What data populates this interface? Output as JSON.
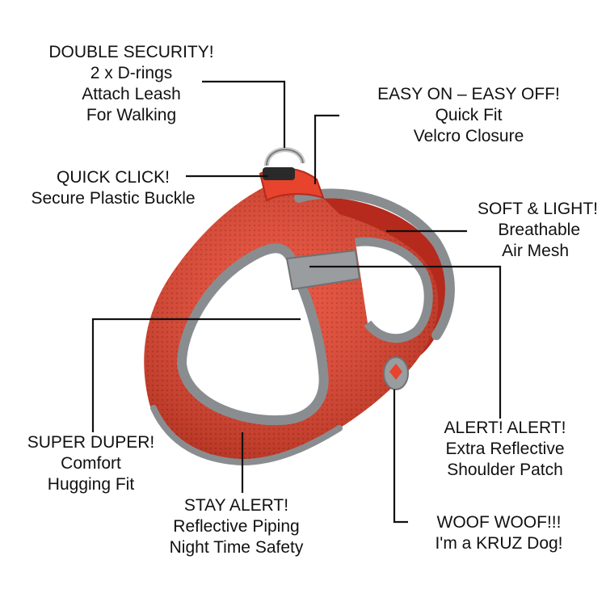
{
  "colors": {
    "harness_red": "#e8432d",
    "harness_dark_red": "#b52a1c",
    "piping_gray": "#8a8d90",
    "piping_light": "#b7babd",
    "pointer_line": "#111111"
  },
  "callouts": {
    "double_security": {
      "lines": [
        "DOUBLE SECURITY!",
        "2 x D-rings",
        "Attach Leash",
        "For Walking"
      ]
    },
    "easy_on": {
      "lines": [
        "EASY ON – EASY OFF!",
        "Quick Fit",
        "Velcro Closure"
      ]
    },
    "quick_click": {
      "lines": [
        "QUICK CLICK!",
        "Secure Plastic Buckle"
      ]
    },
    "soft_light": {
      "lines": [
        "SOFT & LIGHT!",
        "Breathable",
        "Air Mesh"
      ]
    },
    "super_duper": {
      "lines": [
        "SUPER DUPER!",
        "Comfort",
        "Hugging Fit"
      ]
    },
    "alert_alert": {
      "lines": [
        "ALERT! ALERT!",
        "Extra Reflective",
        "Shoulder Patch"
      ]
    },
    "stay_alert": {
      "lines": [
        "STAY ALERT!",
        "Reflective Piping",
        "Night Time Safety"
      ]
    },
    "woof_woof": {
      "lines": [
        "WOOF WOOF!!!",
        "I'm a KRUZ Dog!"
      ]
    }
  },
  "product": {
    "description": "red-mesh-dog-harness",
    "icons": [
      "d-ring-icon",
      "buckle-icon",
      "logo-patch-icon"
    ]
  }
}
